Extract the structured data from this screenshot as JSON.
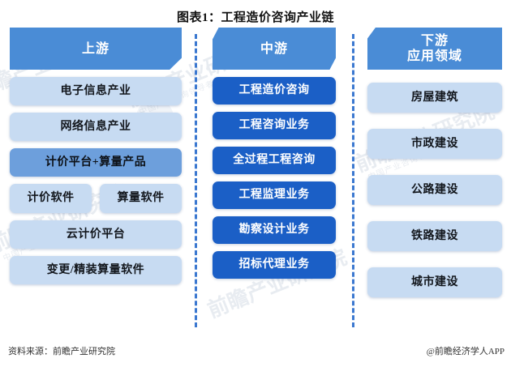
{
  "title": "图表1：工程造价咨询产业链",
  "colors": {
    "header_blue": "#4a8cd6",
    "node_light_blue": "#c7dbf2",
    "node_medium_blue": "#6d9fdc",
    "node_strong_blue": "#1b5fc6",
    "divider_blue": "#3b78d0",
    "background": "#ffffff"
  },
  "columns": {
    "upstream": {
      "header": "上游",
      "rows": [
        {
          "style": "light",
          "items": [
            "电子信息产业"
          ]
        },
        {
          "style": "light",
          "items": [
            "网络信息产业"
          ]
        },
        {
          "style": "medium",
          "items": [
            "计价平台+算量产品"
          ]
        },
        {
          "style": "light",
          "items": [
            "计价软件",
            "算量软件"
          ]
        },
        {
          "style": "light",
          "items": [
            "云计价平台"
          ]
        },
        {
          "style": "light",
          "items": [
            "变更/精装算量软件"
          ]
        }
      ]
    },
    "midstream": {
      "header": "中游",
      "items": [
        "工程造价咨询",
        "工程咨询业务",
        "全过程工程咨询",
        "工程监理业务",
        "勘察设计业务",
        "招标代理业务"
      ]
    },
    "downstream": {
      "header_line1": "下游",
      "header_line2": "应用领域",
      "items": [
        "房屋建筑",
        "市政建设",
        "公路建设",
        "铁路建设",
        "城市建设"
      ]
    }
  },
  "footer": {
    "source": "资料来源：前瞻产业研究院",
    "brand": "@前瞻经济学人APP"
  },
  "watermarks": {
    "text_large": "前瞻产业研究院",
    "text_small": "中国产业咨询领导者"
  }
}
